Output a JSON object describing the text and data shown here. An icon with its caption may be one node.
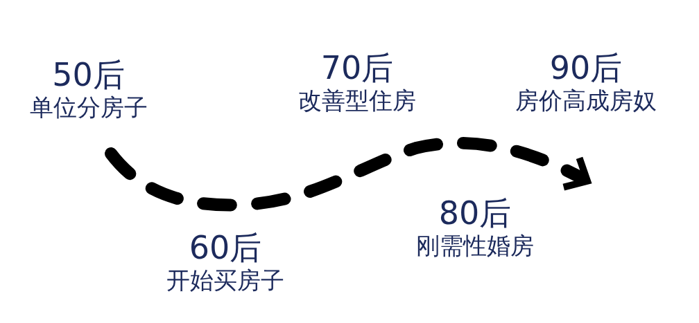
{
  "diagram": {
    "nodes": [
      {
        "text": [
          "50后",
          "单位分房子"
        ]
      },
      {
        "text": [
          "60后",
          "开始买房子"
        ]
      },
      {
        "text": [
          "70后",
          "改善型住房"
        ]
      },
      {
        "text": [
          "80后",
          "刚需性婚房"
        ]
      },
      {
        "text": [
          "90后",
          "房价高成房奴"
        ]
      }
    ]
  }
}
